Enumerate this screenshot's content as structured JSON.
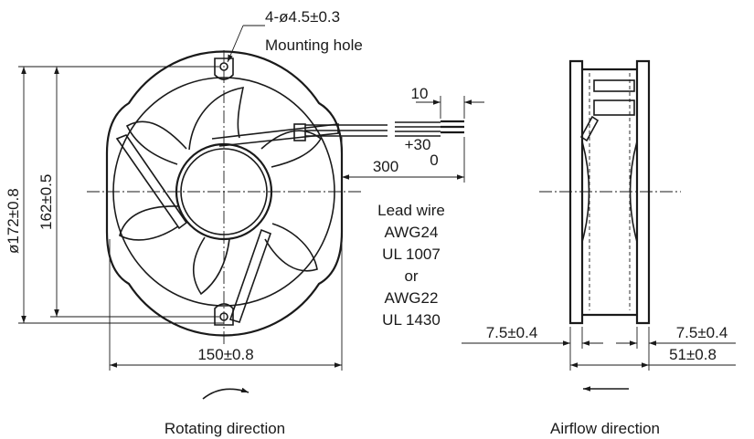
{
  "front_view": {
    "mounting_hole_spec": "4-ø4.5±0.3",
    "mounting_hole_label": "Mounting hole",
    "outer_diameter": "ø172±0.8",
    "hole_pitch_vertical": "162±0.5",
    "hole_pitch_horizontal": "150±0.8",
    "rotating_direction_label": "Rotating direction"
  },
  "lead_wire": {
    "strip_length": "10",
    "length": "300",
    "tolerance_plus": "+30",
    "tolerance_minus": "0",
    "title": "Lead wire",
    "option_1_gauge": "AWG24",
    "option_1_standard": "UL 1007",
    "separator": "or",
    "option_2_gauge": "AWG22",
    "option_2_standard": "UL 1430"
  },
  "side_view": {
    "flange_left": "7.5±0.4",
    "flange_right": "7.5±0.4",
    "depth": "51±0.8",
    "airflow_direction_label": "Airflow direction"
  }
}
